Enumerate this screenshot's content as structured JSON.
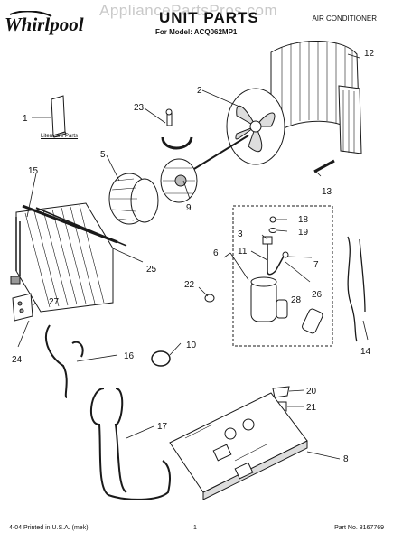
{
  "header": {
    "brand": "Whirlpool",
    "watermark": "AppliancePartsPros.com",
    "title": "UNIT PARTS",
    "model_line": "For Model: ACQ062MP1",
    "product": "AIR CONDITIONER"
  },
  "literature_caption": "Literature Parts",
  "callouts": [
    "1",
    "2",
    "3",
    "5",
    "6",
    "7",
    "8",
    "9",
    "10",
    "11",
    "12",
    "13",
    "14",
    "15",
    "16",
    "17",
    "18",
    "19",
    "20",
    "21",
    "22",
    "23",
    "24",
    "25",
    "26",
    "27",
    "28"
  ],
  "footer": {
    "left": "4-04 Printed in U.S.A. (mek)",
    "page": "1",
    "part_no": "Part No. 8167769"
  },
  "colors": {
    "line": "#1a1a1a",
    "watermark": "#c9c9c9",
    "shade": "#9a9a9a"
  }
}
